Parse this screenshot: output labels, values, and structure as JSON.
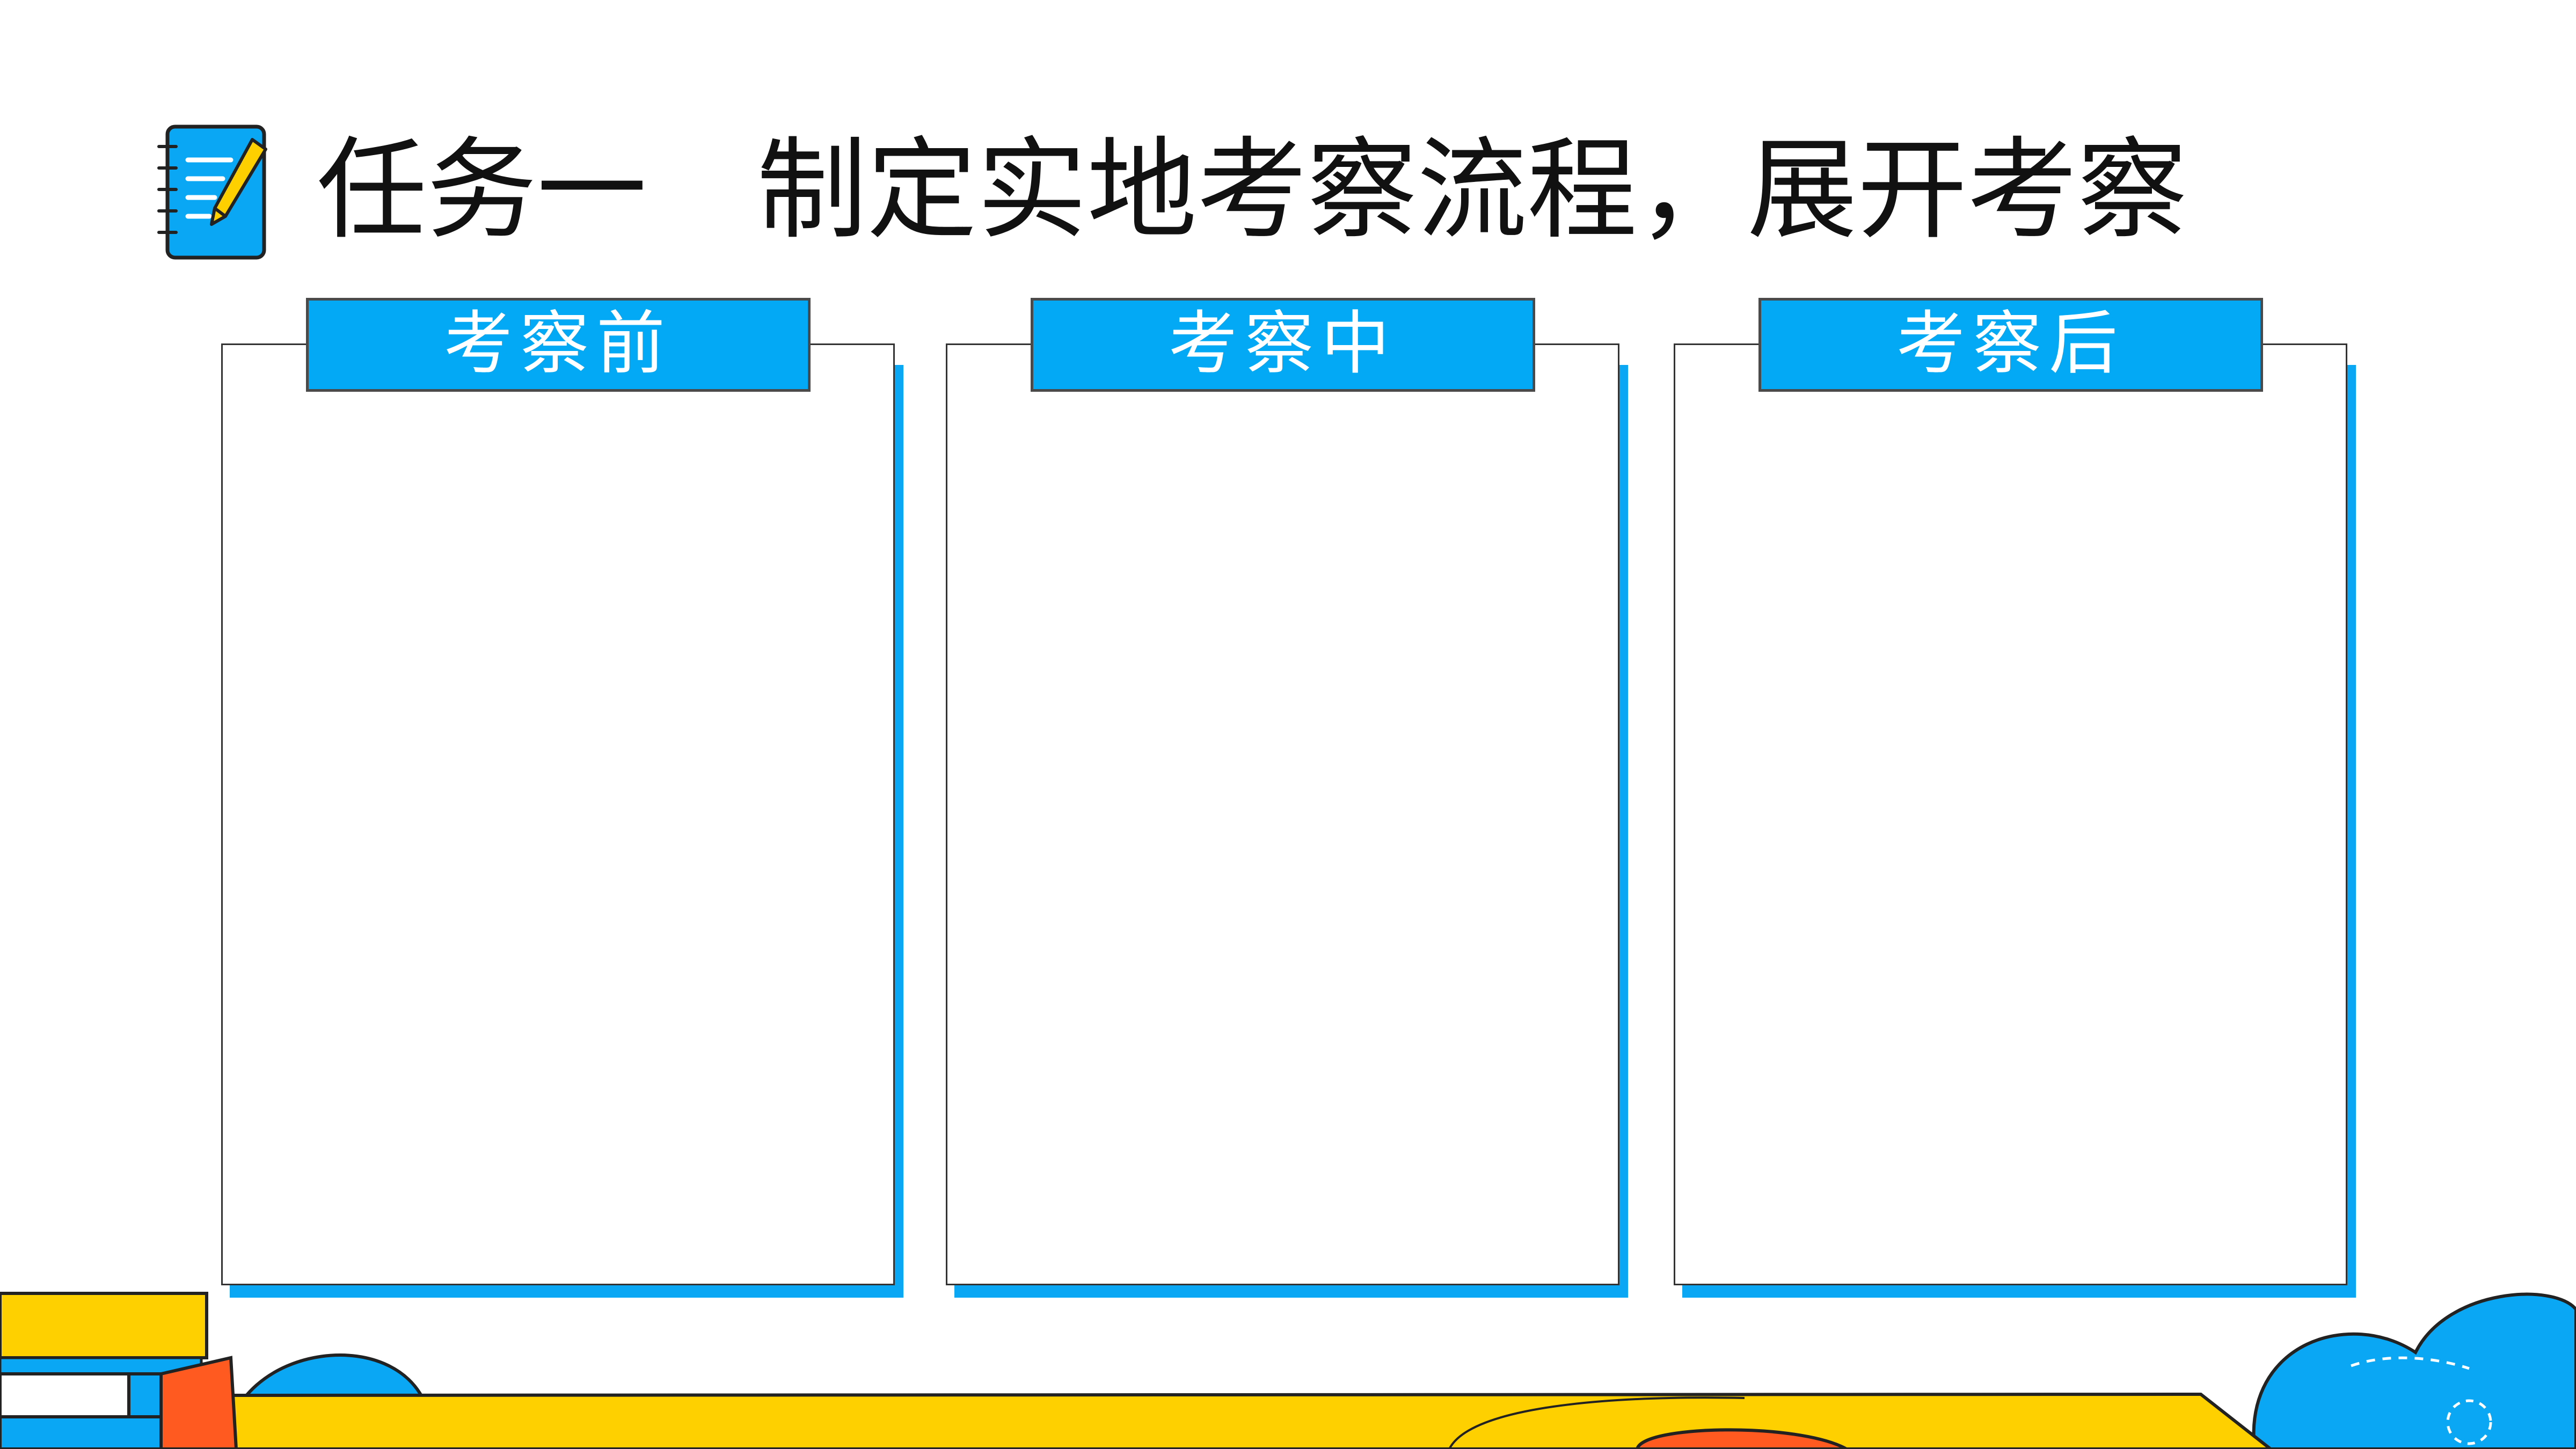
{
  "slide": {
    "title": "任务一　制定实地考察流程，展开考察",
    "title_icon": "notebook-pencil-icon",
    "panels": [
      {
        "label": "考察前"
      },
      {
        "label": "考察中"
      },
      {
        "label": "考察后"
      }
    ]
  },
  "colors": {
    "accent_blue": "#03a9f4",
    "accent_yellow": "#ffd000",
    "accent_orange": "#ff5a1f",
    "border": "#333333"
  }
}
